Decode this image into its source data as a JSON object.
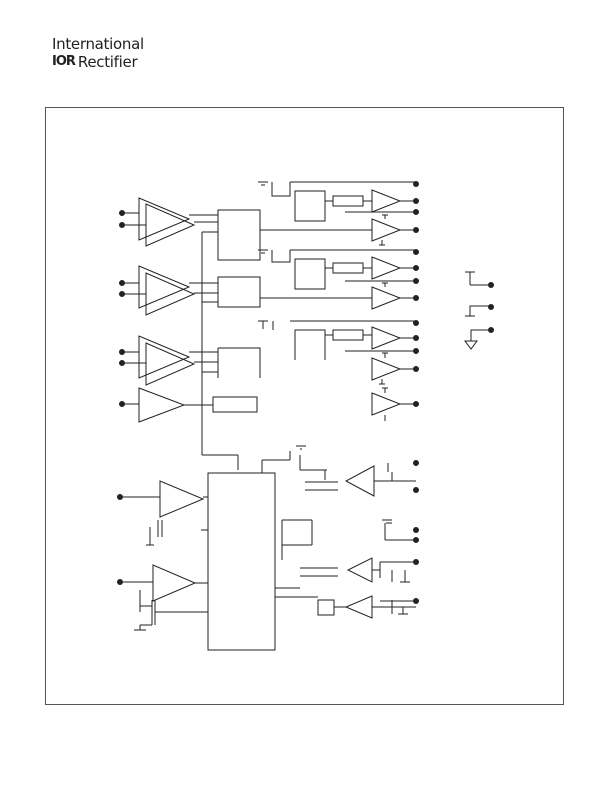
{
  "logo": {
    "line1": "International",
    "mark": "IOR",
    "word": "Rectifier"
  },
  "colors": {
    "line": "#222222",
    "background": "#ffffff"
  }
}
